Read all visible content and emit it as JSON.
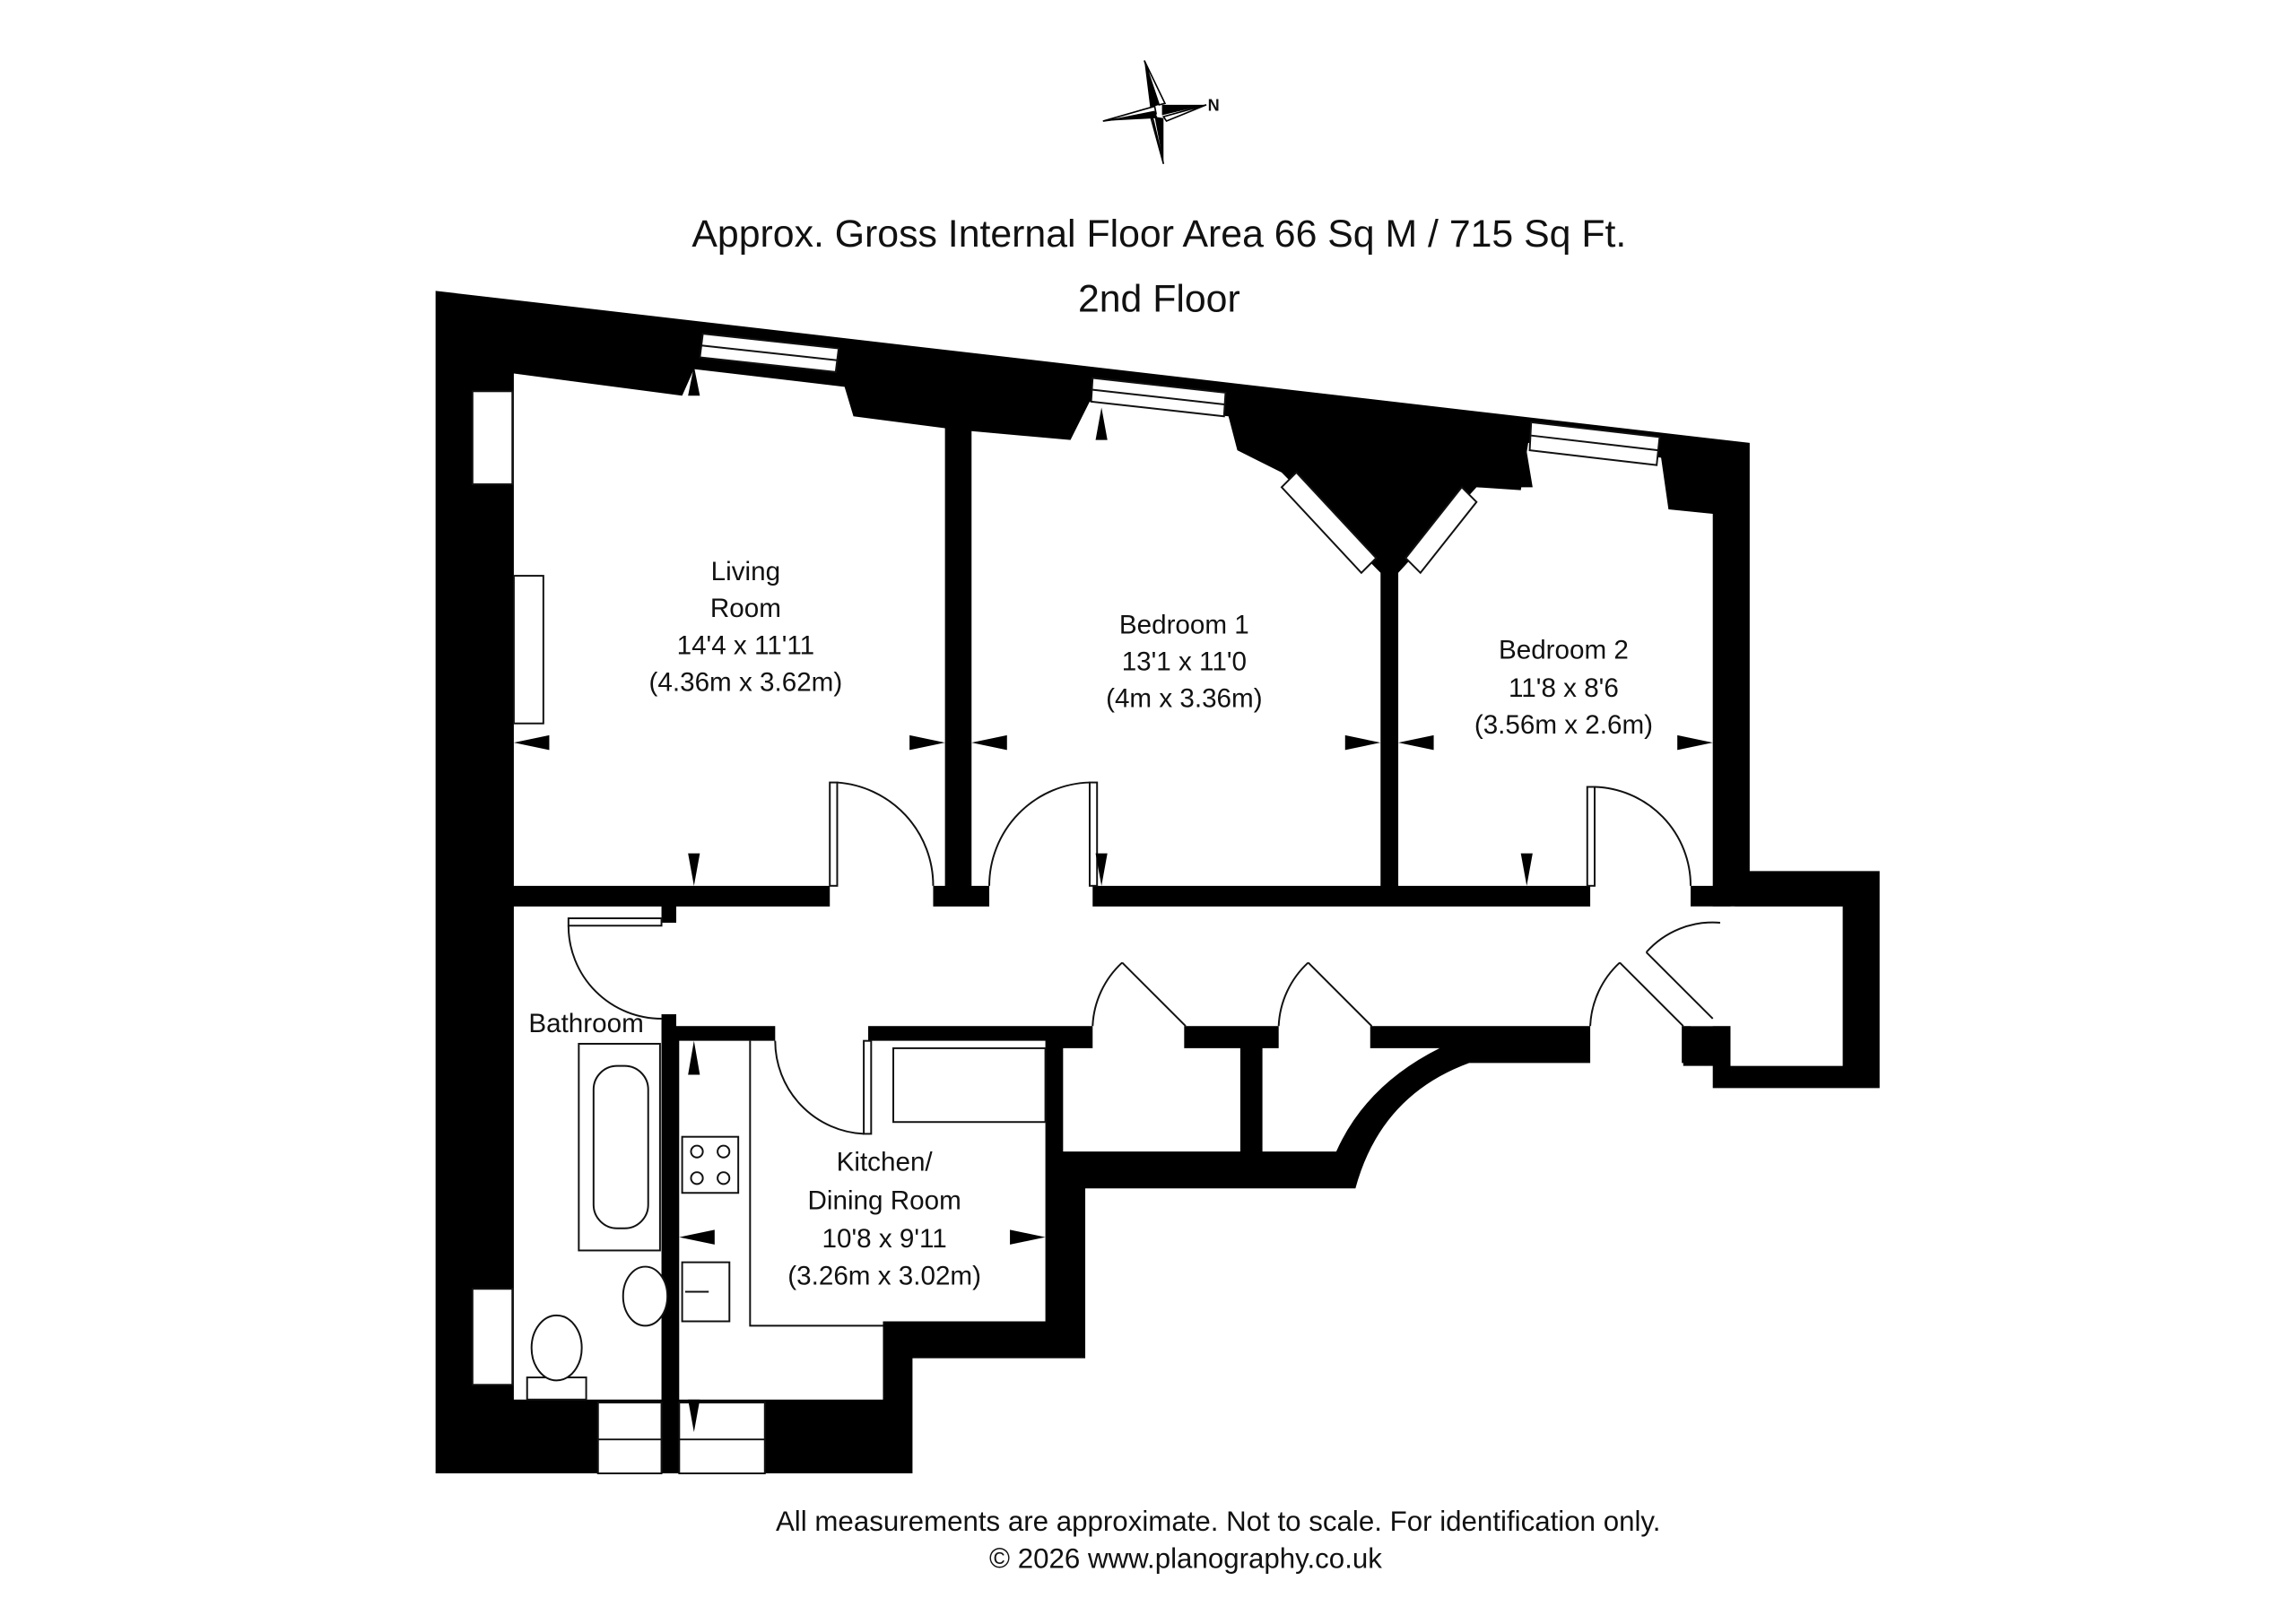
{
  "header": {
    "area": "Approx. Gross Internal Floor Area 66 Sq M / 715 Sq Ft.",
    "floor": "2nd Floor",
    "compass_label": "N"
  },
  "rooms": [
    {
      "name_line1": "Living",
      "name_line2": "Room",
      "imperial": "14'4 x 11'11",
      "metric": "(4.36m x 3.62m)"
    },
    {
      "name_line1": "Bedroom 1",
      "imperial": "13'1 x 11'0",
      "metric": "(4m x 3.36m)"
    },
    {
      "name_line1": "Bedroom 2",
      "imperial": "11'8 x 8'6",
      "metric": "(3.56m x 2.6m)"
    },
    {
      "name_line1": "Bathroom"
    },
    {
      "name_line1": "Kitchen/",
      "name_line2": "Dining Room",
      "imperial": "10'8 x 9'11",
      "metric": "(3.26m x 3.02m)"
    }
  ],
  "footer": {
    "disclaimer": "All measurements are approximate. Not to scale. For identification only.",
    "copyright": "© 2026 www.planography.co.uk"
  },
  "colors": {
    "wall": "#000000",
    "background": "#ffffff"
  }
}
